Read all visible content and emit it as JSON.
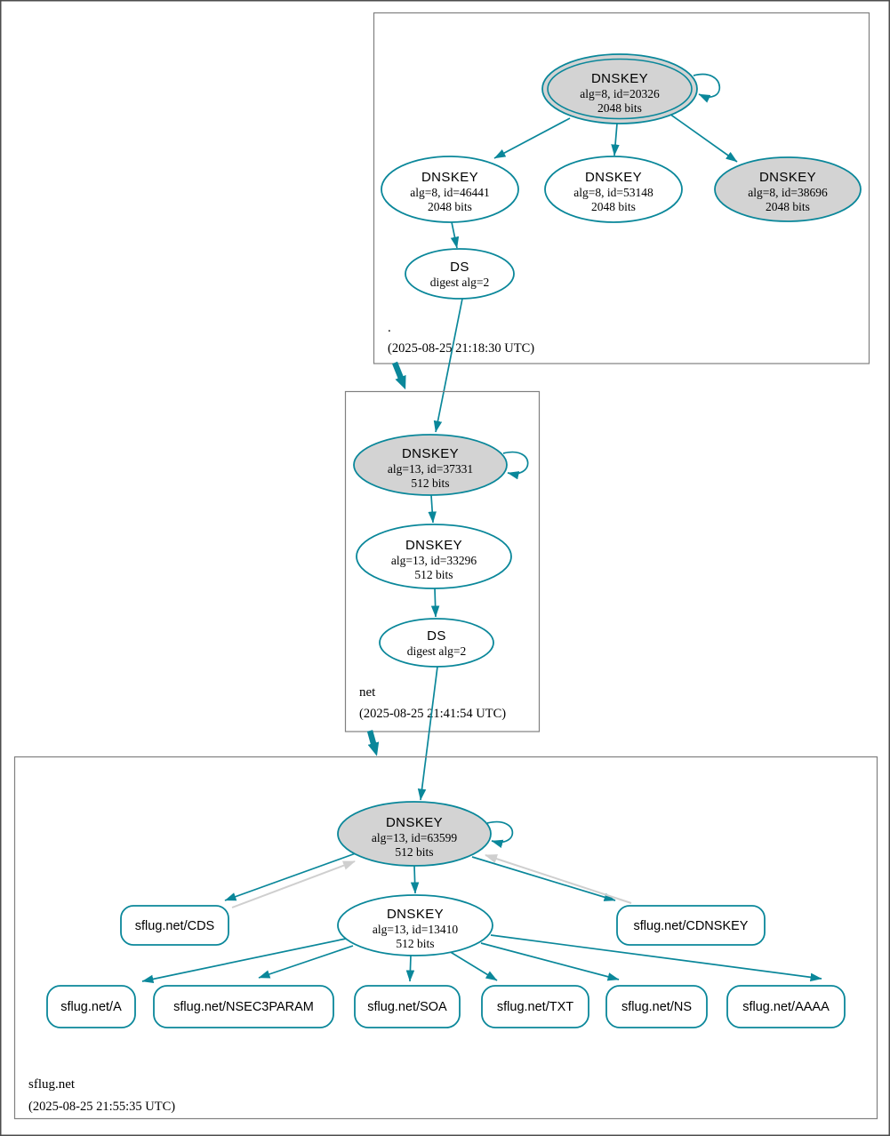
{
  "colors": {
    "secure": "#0a879a",
    "ksk-fill": "#d3d3d3",
    "edge-gray": "#cfcfcf",
    "box-border": "#808080",
    "frame-border": "#4d4d4d"
  },
  "zones": [
    {
      "label": ".",
      "timestamp": "(2025-08-25 21:18:30 UTC)",
      "ksk": {
        "title": "DNSKEY",
        "meta": "alg=8, id=20326",
        "size": "2048 bits"
      },
      "keys": [
        {
          "title": "DNSKEY",
          "meta": "alg=8, id=46441",
          "size": "2048 bits"
        },
        {
          "title": "DNSKEY",
          "meta": "alg=8, id=53148",
          "size": "2048 bits"
        },
        {
          "title": "DNSKEY",
          "meta": "alg=8, id=38696",
          "size": "2048 bits"
        }
      ],
      "ds": {
        "title": "DS",
        "meta": "digest alg=2"
      }
    },
    {
      "label": "net",
      "timestamp": "(2025-08-25 21:41:54 UTC)",
      "ksk": {
        "title": "DNSKEY",
        "meta": "alg=13, id=37331",
        "size": "512 bits"
      },
      "zsk": {
        "title": "DNSKEY",
        "meta": "alg=13, id=33296",
        "size": "512 bits"
      },
      "ds": {
        "title": "DS",
        "meta": "digest alg=2"
      }
    },
    {
      "label": "sflug.net",
      "timestamp": "(2025-08-25 21:55:35 UTC)",
      "ksk": {
        "title": "DNSKEY",
        "meta": "alg=13, id=63599",
        "size": "512 bits"
      },
      "zsk": {
        "title": "DNSKEY",
        "meta": "alg=13, id=13410",
        "size": "512 bits"
      },
      "cds": "sflug.net/CDS",
      "cdnskey": "sflug.net/CDNSKEY",
      "rrsets": [
        "sflug.net/A",
        "sflug.net/NSEC3PARAM",
        "sflug.net/SOA",
        "sflug.net/TXT",
        "sflug.net/NS",
        "sflug.net/AAAA"
      ]
    }
  ]
}
